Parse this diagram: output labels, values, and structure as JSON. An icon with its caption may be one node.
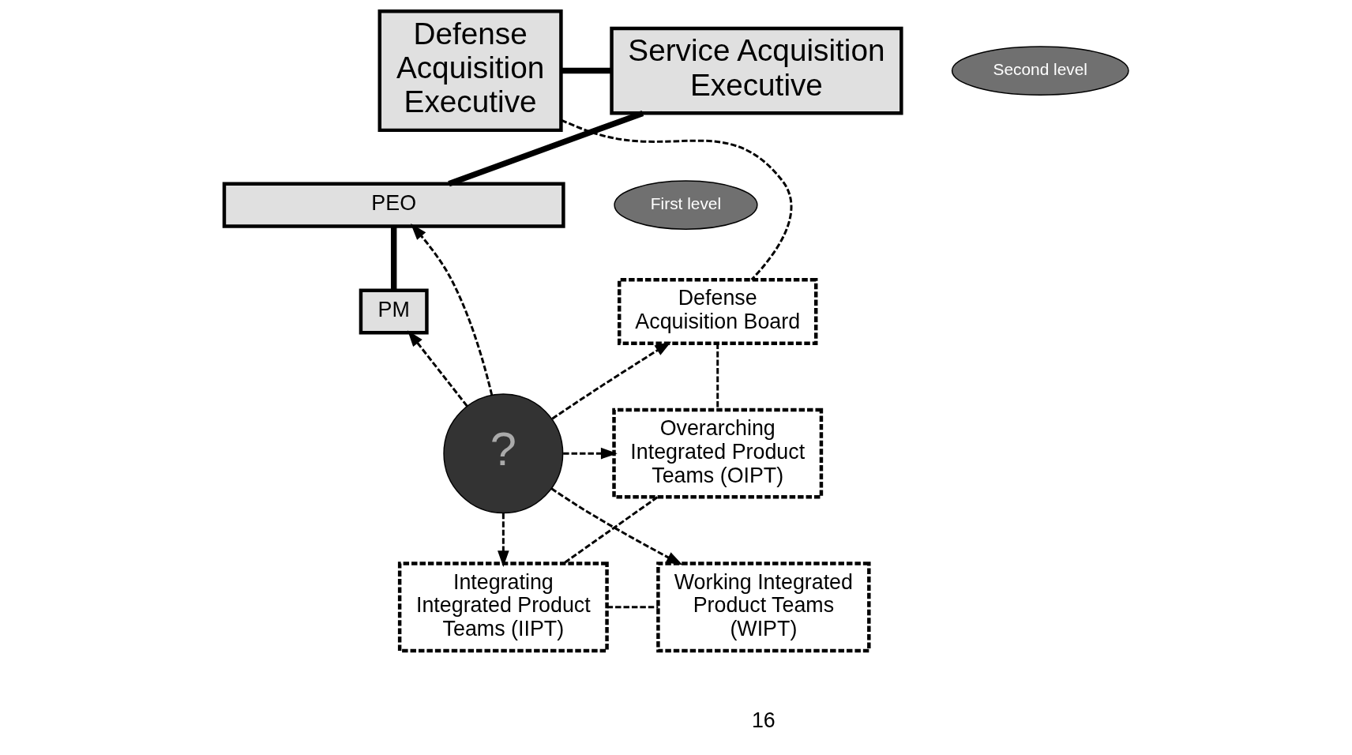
{
  "diagram": {
    "nodes": [
      {
        "text": [
          "Defense Acquisition Executive"
        ]
      },
      {
        "text": [
          "Service Acquisition Executive"
        ]
      },
      {
        "text": [
          "Second level"
        ]
      },
      {
        "text": [
          "PEO"
        ]
      },
      {
        "text": [
          "First level"
        ]
      },
      {
        "text": [
          "Defense Acquisition Board"
        ]
      },
      {
        "text": [
          "PM"
        ]
      },
      {
        "text": [
          "?"
        ]
      },
      {
        "text": [
          "Overarching Integrated Product Teams (OIPT)"
        ]
      },
      {
        "text": [
          "Integrating Integrated Product Teams (IIPT)"
        ]
      },
      {
        "text": [
          "Working Integrated Product Teams (WIPT)"
        ]
      }
    ],
    "edges": [
      {
        "from": 0,
        "to": 1,
        "arrow": "none",
        "style": "thick"
      },
      {
        "from": 1,
        "to": 3,
        "arrow": "none",
        "style": "thick"
      },
      {
        "from": 3,
        "to": 6,
        "arrow": "none",
        "style": "thick"
      },
      {
        "from": 0,
        "to": 5,
        "arrow": "none",
        "style": "dashed"
      },
      {
        "from": 5,
        "to": 8,
        "arrow": "none",
        "style": "dashed"
      },
      {
        "from": 8,
        "to": 9,
        "arrow": "none",
        "style": "dashed"
      },
      {
        "from": 9,
        "to": 10,
        "arrow": "none",
        "style": "dashed"
      },
      {
        "from": 7,
        "to": 5,
        "arrow": "to",
        "style": "dashed"
      },
      {
        "from": 7,
        "to": 3,
        "arrow": "to",
        "style": "dashed"
      },
      {
        "from": 7,
        "to": 6,
        "arrow": "to",
        "style": "dashed"
      },
      {
        "from": 7,
        "to": 8,
        "arrow": "to",
        "style": "dashed"
      },
      {
        "from": 7,
        "to": 9,
        "arrow": "to",
        "style": "dashed"
      },
      {
        "from": 7,
        "to": 10,
        "arrow": "to",
        "style": "dashed"
      }
    ],
    "labels": [
      "16"
    ]
  }
}
